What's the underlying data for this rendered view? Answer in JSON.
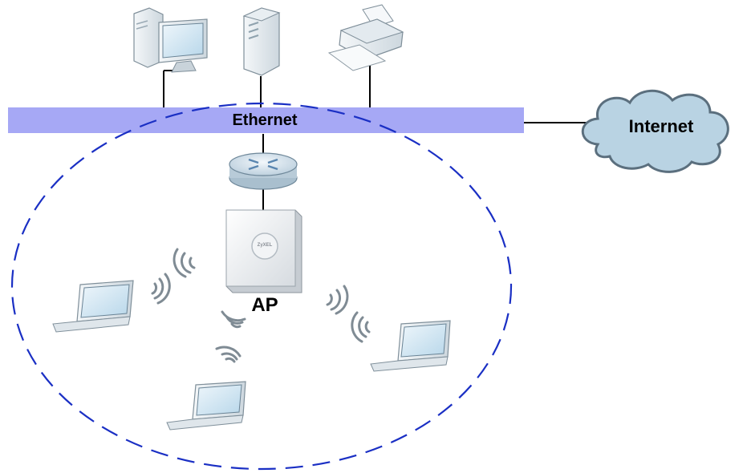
{
  "diagram": {
    "network_bus_label": "Ethernet",
    "cloud_label": "Internet",
    "access_point_label": "AP",
    "access_point_brand": "ZyXEL"
  },
  "colors": {
    "ethernet_bar": "#a6a8f5",
    "coverage_dash": "#1a2fc4",
    "cloud_fill": "#b9d3e3",
    "cloud_stroke": "#5b6f7e",
    "link_line": "#000000"
  }
}
